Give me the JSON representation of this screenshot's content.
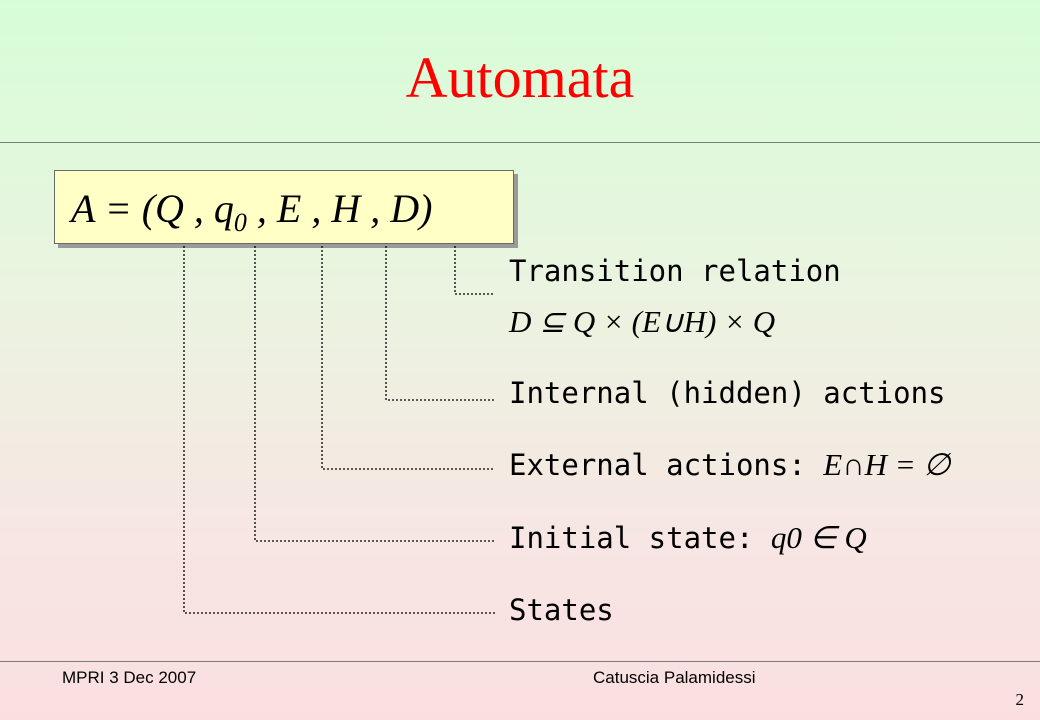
{
  "title": "Automata",
  "formula": "A = (Q , q0 , E , H , D)",
  "labels": {
    "transition_relation": "Transition relation",
    "transition_formula": "D ⊆ Q × (E∪H) × Q",
    "internal_actions": "Internal (hidden) actions",
    "external_actions": "External actions:",
    "external_formula": "E∩H = ∅",
    "initial_state": "Initial state:",
    "initial_formula": "q0 ∈ Q",
    "states": "States"
  },
  "footer": {
    "left": "MPRI 3 Dec 2007",
    "center": "Catuscia Palamidessi",
    "page": "2"
  },
  "colors": {
    "title": "#ff0000",
    "formula_box": "#ffffc6"
  }
}
